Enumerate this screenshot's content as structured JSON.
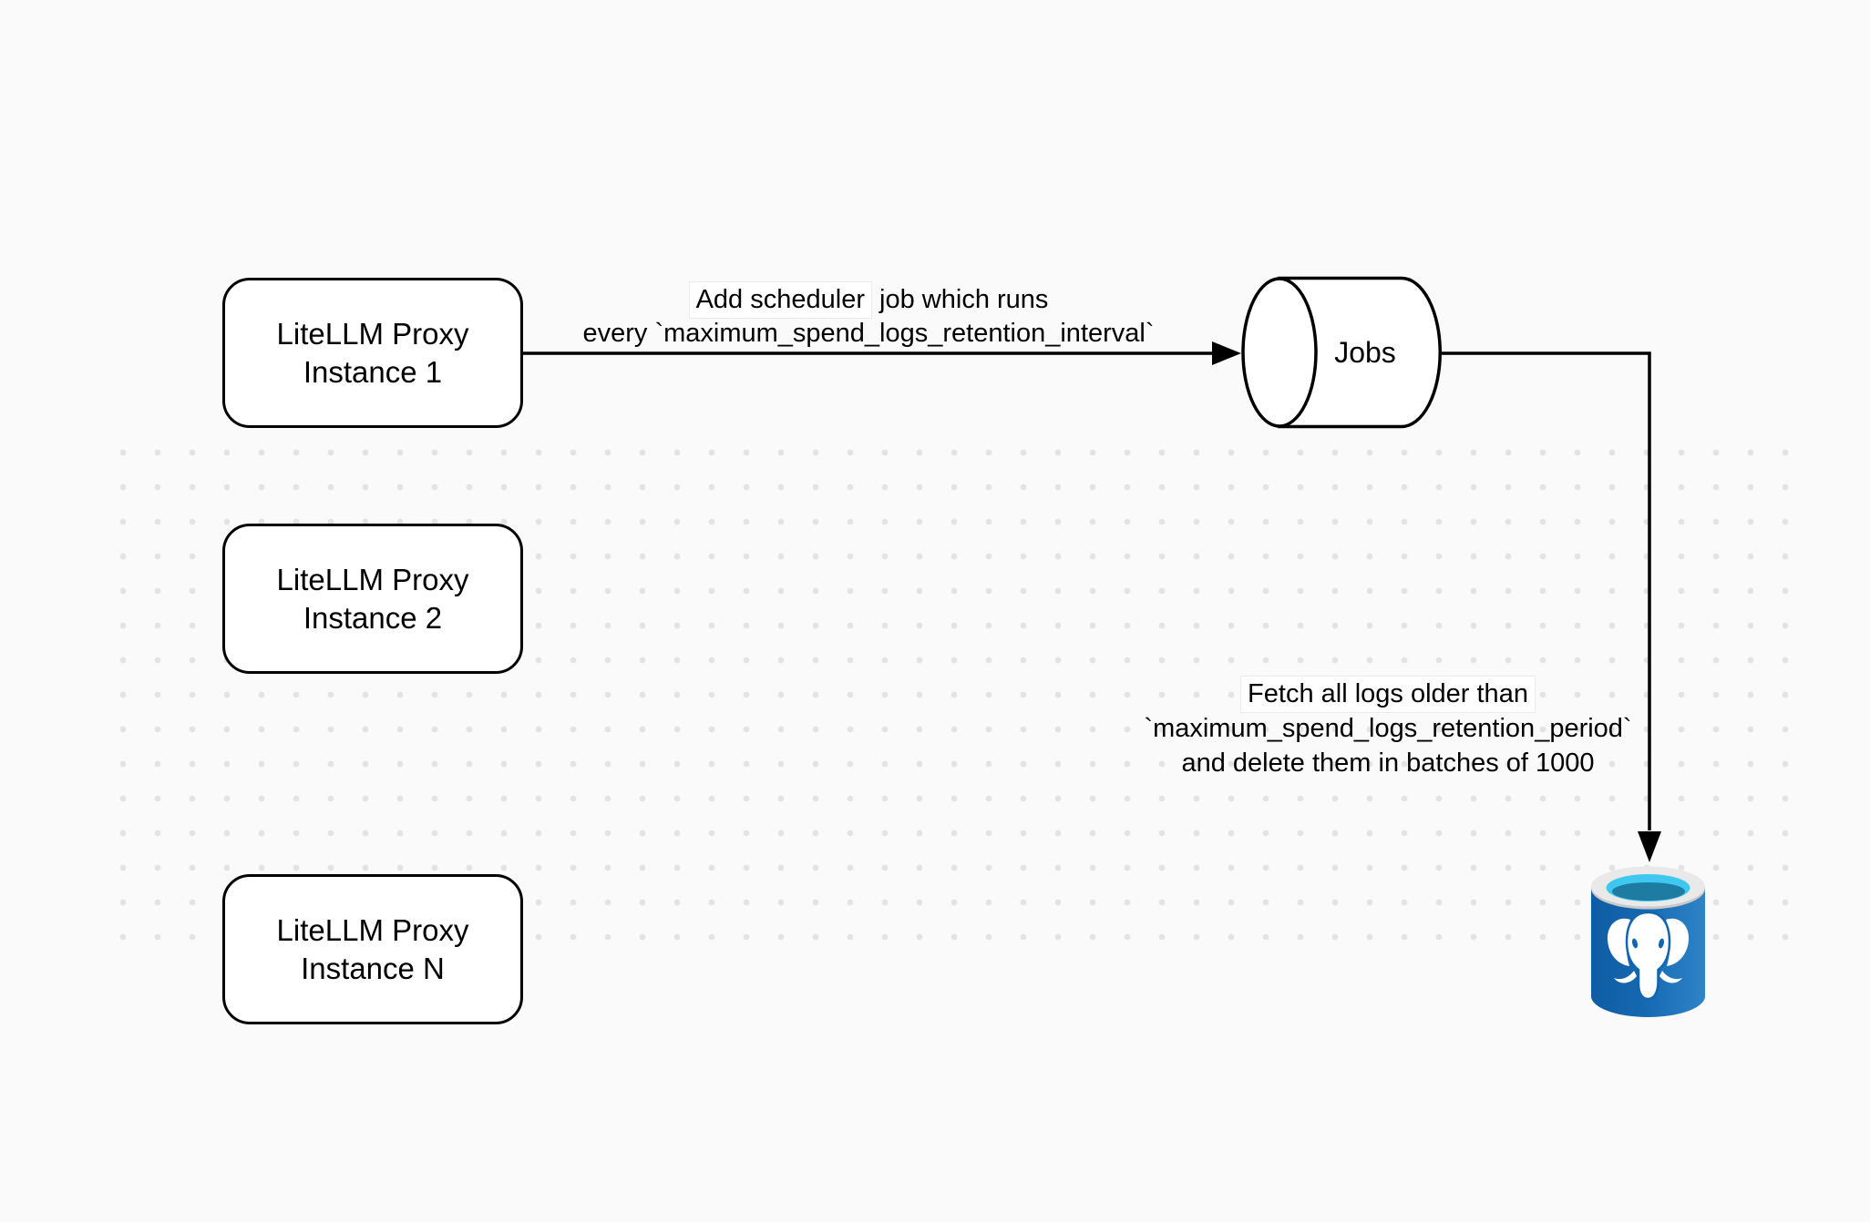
{
  "nodes": {
    "instance1": {
      "line1": "LiteLLM Proxy",
      "line2": "Instance 1"
    },
    "instance2": {
      "line1": "LiteLLM Proxy",
      "line2": "Instance 2"
    },
    "instanceN": {
      "line1": "LiteLLM Proxy",
      "line2": "Instance N"
    },
    "jobs": {
      "label": "Jobs"
    },
    "postgres": {
      "icon": "postgresql-elephant-database-icon"
    }
  },
  "edges": {
    "scheduler": {
      "line1_highlight": "Add scheduler",
      "line1_rest": " job which runs",
      "line2": "every `maximum_spend_logs_retention_interval`"
    },
    "fetch": {
      "line1": "Fetch all logs older than",
      "line2": "`maximum_spend_logs_retention_period`",
      "line3": "and delete them in batches of 1000"
    }
  },
  "colors": {
    "background": "#fafafa",
    "stroke": "#000000",
    "shape_fill": "#ffffff",
    "grid_dot": "#e3e3e3",
    "label_bg": "#ffffff",
    "label_bg_border": "#ebebeb",
    "pg_body_dark": "#0e5ca4",
    "pg_body": "#1568b0",
    "pg_body_light": "#2e84c8",
    "pg_rim": "#e9e9e9",
    "pg_rim_shadow": "#c9c9c9",
    "pg_water_light": "#3fc8ef",
    "pg_water_dark": "#1e7ba1",
    "pg_white": "#ffffff"
  }
}
